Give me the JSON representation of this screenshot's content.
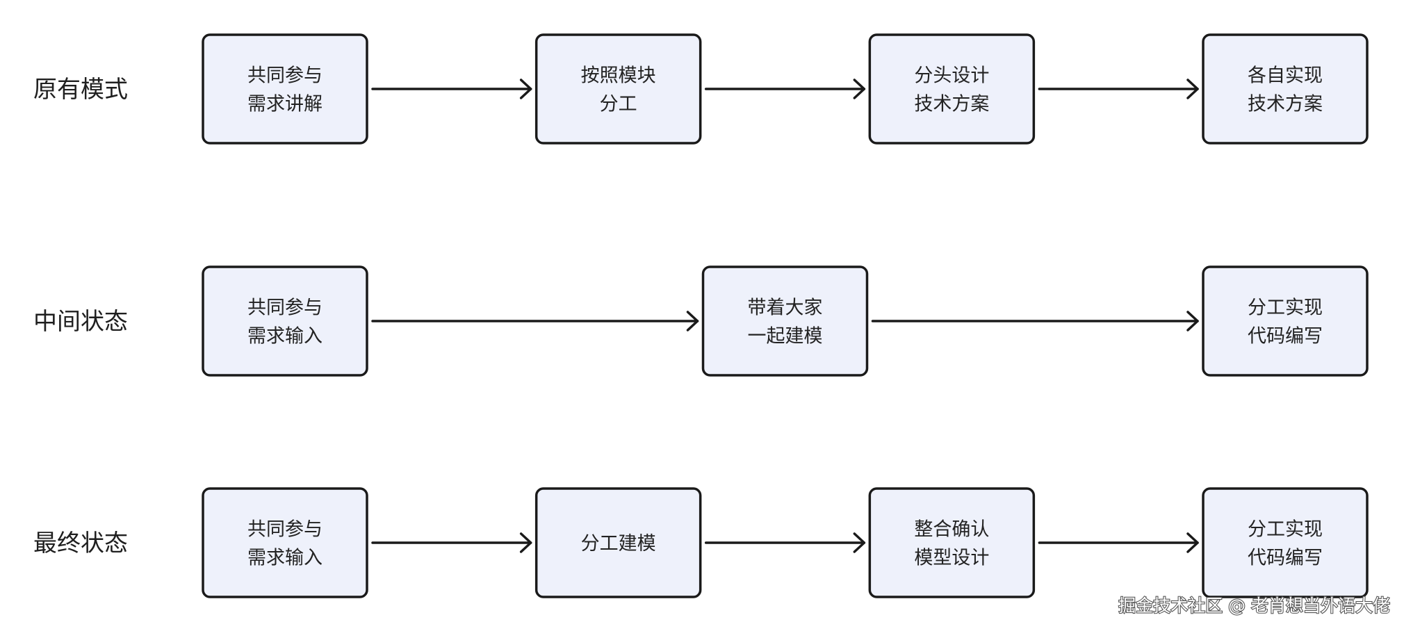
{
  "rows": [
    {
      "label": "原有模式",
      "boxes": [
        {
          "lines": [
            "共同参与",
            "需求讲解"
          ]
        },
        {
          "lines": [
            "按照模块",
            "分工"
          ]
        },
        {
          "lines": [
            "分头设计",
            "技术方案"
          ]
        },
        {
          "lines": [
            "各自实现",
            "技术方案"
          ]
        }
      ]
    },
    {
      "label": "中间状态",
      "boxes": [
        {
          "lines": [
            "共同参与",
            "需求输入"
          ]
        },
        {
          "lines": [
            "带着大家",
            "一起建模"
          ]
        },
        {
          "lines": [
            "分工实现",
            "代码编写"
          ]
        }
      ]
    },
    {
      "label": "最终状态",
      "boxes": [
        {
          "lines": [
            "共同参与",
            "需求输入"
          ]
        },
        {
          "lines": [
            "分工建模"
          ]
        },
        {
          "lines": [
            "整合确认",
            "模型设计"
          ]
        },
        {
          "lines": [
            "分工实现",
            "代码编写"
          ]
        }
      ]
    }
  ],
  "watermark": "掘金技术社区 @ 老肖想当外语大佬",
  "colors": {
    "box_fill": "#eef1fb",
    "stroke": "#1a1a1a",
    "text": "#222222"
  }
}
